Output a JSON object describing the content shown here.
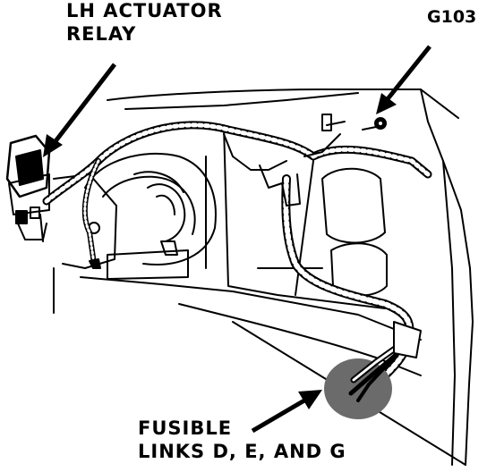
{
  "labels": {
    "relay_line1": "LH ACTUATOR",
    "relay_line2": "RELAY",
    "ground": "G103",
    "fusible_line1": "FUSIBLE",
    "fusible_line2": "LINKS D, E, AND G"
  },
  "colors": {
    "ink": "#000000",
    "paper": "#ffffff",
    "shade": "#6b6b6b"
  }
}
